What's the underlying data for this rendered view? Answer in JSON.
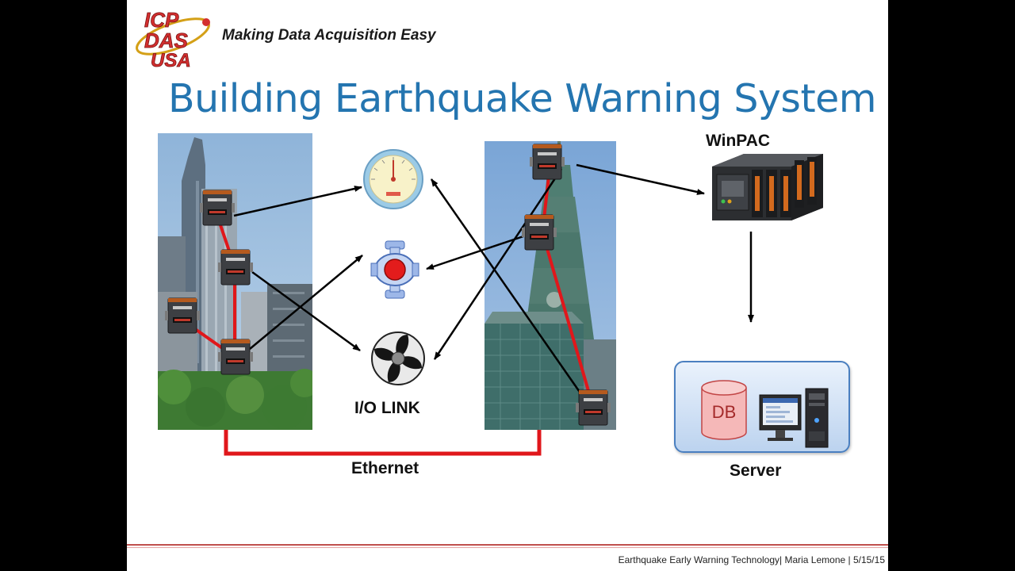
{
  "header": {
    "logo_lines": [
      "ICP",
      "DAS",
      "USA"
    ],
    "tagline": "Making Data Acquisition Easy"
  },
  "title": "Building Earthquake Warning System",
  "labels": {
    "winpac": "WinPAC",
    "io_link": "I/O LINK",
    "ethernet": "Ethernet",
    "server": "Server",
    "db": "DB"
  },
  "footer": "Earthquake Early Warning Technology| Maria Lemone | 5/15/15",
  "colors": {
    "title_blue": "#2475b0",
    "link_red": "#e0171b",
    "footer_line": "#c0504d",
    "server_border": "#4a7fc0"
  },
  "icons": [
    "gauge-icon",
    "valve-icon",
    "fan-icon",
    "winpac-controller-icon",
    "database-icon",
    "computer-icon",
    "sensor-module-icon"
  ]
}
